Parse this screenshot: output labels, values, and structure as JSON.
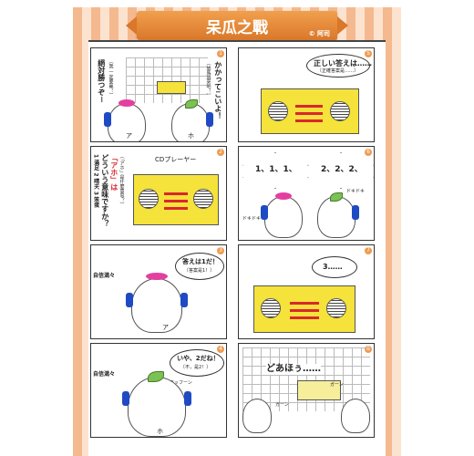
{
  "title": "呆瓜之戰",
  "copyright": "© 阿司",
  "panels": {
    "p1": {
      "num": "1",
      "speech_left": "絕対勝つぞ－",
      "speech_left_small": "〔我 一定要贏！〕",
      "speech_right": "かかってこいよ！",
      "speech_right_small": "〔放馬過來吧！〕"
    },
    "p2": {
      "num": "2",
      "label": "CDプレーヤー",
      "question_vertical_1": "「アホ」は",
      "question_vertical_2": "どういう意味ですか？",
      "question_small": "〔「アホ」是什麼意思？〕",
      "choices_vertical": "1 満足 2 晴天 3 笨蛋"
    },
    "p3": {
      "num": "3",
      "speech": "答えは1だ！",
      "speech_small": "〔答案是1！〕",
      "effect": "自信満々"
    },
    "p4": {
      "num": "4",
      "speech": "いや、2だね！",
      "speech_small": "〔不，是2！〕",
      "effect": "自信満々",
      "sfx": "フッフーン"
    },
    "p5": {
      "num": "5",
      "speech": "正しい答えは……",
      "speech_small": "〔正確答案是……〕"
    },
    "p6": {
      "num": "6",
      "left_burst": "1、1、1、",
      "right_burst": "2、2、2、",
      "sfx_left": "ドキドキ",
      "sfx_right": "ドキドキ"
    },
    "p7": {
      "num": "7",
      "speech": "3……"
    },
    "p8": {
      "num": "8",
      "speech": "どあほぅ……",
      "sfx1": "ガーン",
      "sfx2": "ガーン"
    }
  },
  "character_labels": {
    "a": "ア",
    "ho": "ホ"
  },
  "colors": {
    "accent": "#d9772a",
    "radio": "#f5e23a",
    "headphone": "#1e4ac4",
    "red": "#d8282d"
  }
}
